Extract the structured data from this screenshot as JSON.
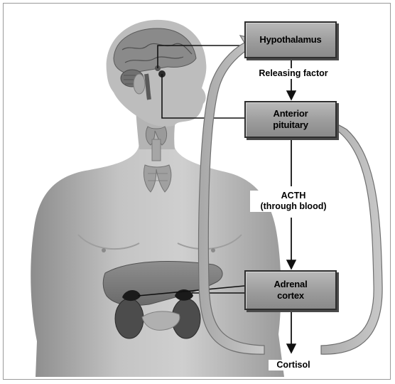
{
  "boxes": {
    "hypothalamus": "Hypothalamus",
    "anterior_pituitary": "Anterior\npituitary",
    "adrenal_cortex": "Adrenal\ncortex"
  },
  "labels": {
    "releasing_factor": "Releasing factor",
    "acth": "ACTH\n(through blood)",
    "cortisol": "Cortisol"
  }
}
